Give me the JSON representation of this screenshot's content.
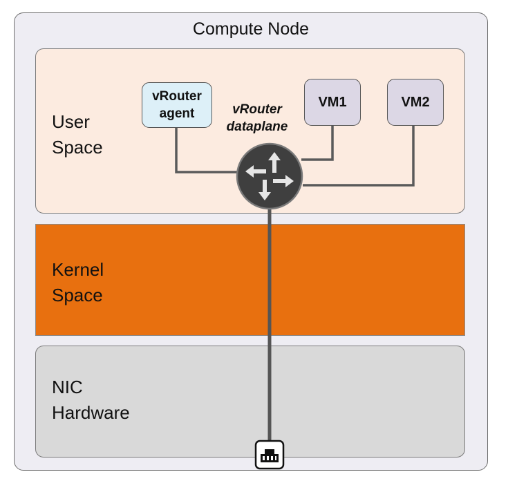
{
  "diagram": {
    "title": "Compute Node",
    "layers": [
      {
        "label": "User\nSpace",
        "color": "#fcebe0"
      },
      {
        "label": "Kernel\nSpace",
        "color": "#e8700f"
      },
      {
        "label": "NIC\nHardware",
        "color": "#d9d9d9"
      }
    ],
    "components": {
      "agent": {
        "label": "vRouter\nagent",
        "color": "#ddf0f8"
      },
      "dataplane": {
        "label": "vRouter\ndataplane",
        "icon": "router-icon"
      },
      "vm1": {
        "label": "VM1",
        "color": "#dcd7e5"
      },
      "vm2": {
        "label": "VM2",
        "color": "#dcd7e5"
      },
      "nic_port": {
        "icon": "ethernet-port-icon"
      }
    },
    "connections": [
      {
        "from": "vRouter agent",
        "to": "vRouter dataplane"
      },
      {
        "from": "VM1",
        "to": "vRouter dataplane"
      },
      {
        "from": "VM2",
        "to": "vRouter dataplane"
      },
      {
        "from": "vRouter dataplane",
        "to": "NIC port"
      }
    ]
  }
}
